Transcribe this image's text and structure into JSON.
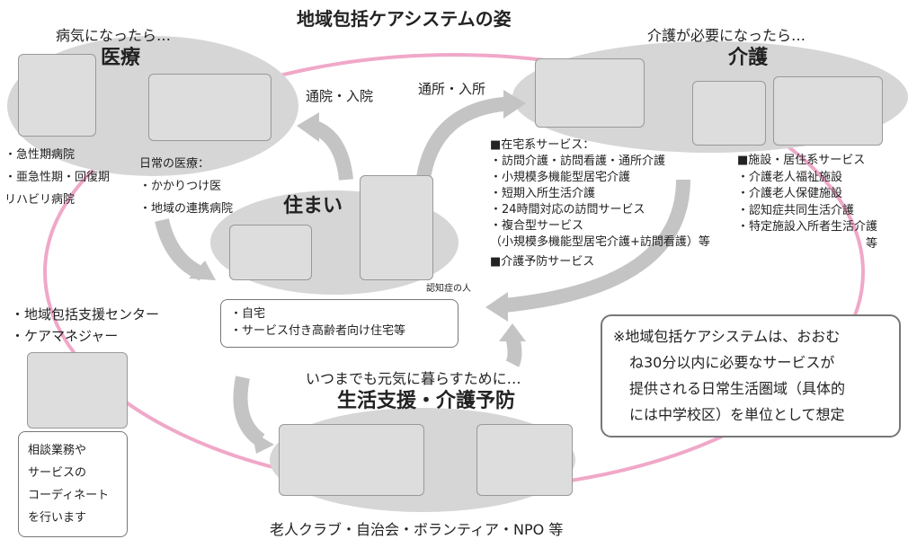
{
  "title": "地域包括ケアシステムの姿",
  "medical": {
    "lead": "病気になったら…",
    "heading": "医療",
    "hospitals": [
      "・急性期病院",
      "・亜急性期・回復期",
      "リハビリ病院"
    ],
    "daily_title": "日常の医療：",
    "daily_items": [
      "・かかりつけ医",
      "・地域の連携病院"
    ]
  },
  "care": {
    "lead": "介護が必要になったら…",
    "heading": "介護",
    "home_title": "■在宅系サービス：",
    "home_items": [
      "・訪問介護・訪問看護・通所介護",
      "・小規模多機能型居宅介護",
      "・短期入所生活介護",
      "・24時間対応の訪問サービス",
      "・複合型サービス",
      "（小規模多機能型居宅介護+訪問看護）等"
    ],
    "prevention_title": "■介護予防サービス",
    "facility_title": "■施設・居住系サービス",
    "facility_items": [
      "・介護老人福祉施設",
      "・介護老人保健施設",
      "・認知症共同生活介護",
      "・特定施設入所者生活介護"
    ],
    "facility_etc": "等"
  },
  "arrows": {
    "hospital": "通院・入院",
    "facility": "通所・入所"
  },
  "home": {
    "heading": "住まい",
    "dementia_label": "認知症の人",
    "items": [
      "・自宅",
      "・サービス付き高齢者向け住宅等"
    ]
  },
  "support": {
    "items": [
      "・地域包括支援センター",
      "・ケアマネジャー"
    ],
    "note": [
      "相談業務や",
      "サービスの",
      "コーディネート",
      "を行います"
    ]
  },
  "life": {
    "lead": "いつまでも元気に暮らすために…",
    "heading": "生活支援・介護予防",
    "footer": "老人クラブ・自治会・ボランティア・NPO 等"
  },
  "note": [
    "※地域包括ケアシステムは、おおむ",
    "ね30分以内に必要なサービスが",
    "提供される日常生活圏域（具体的",
    "には中学校区）を単位として想定"
  ],
  "colors": {
    "ring": "#f0a8c8",
    "bubble": "#d6d6d6",
    "arrow": "#c4c4c4"
  }
}
